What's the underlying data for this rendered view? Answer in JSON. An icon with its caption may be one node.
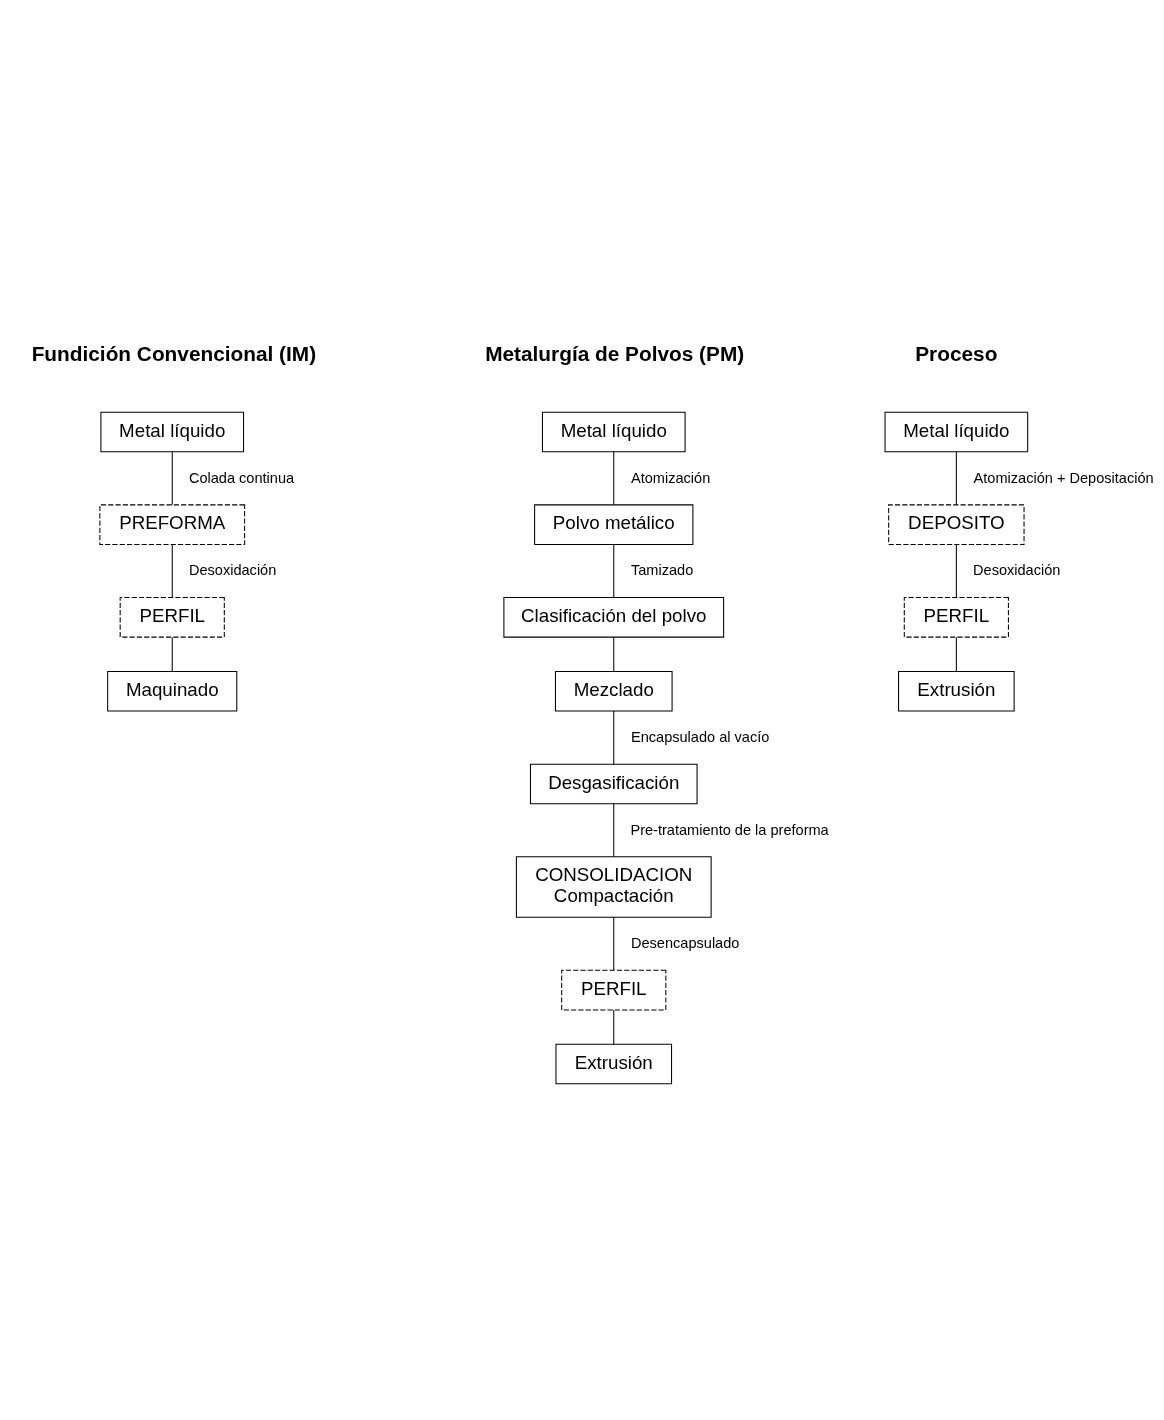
{
  "diagram": {
    "nodes": [
      {
        "text": [
          "Metal líquido"
        ]
      },
      {
        "text": [
          "PREFORMA"
        ]
      },
      {
        "text": [
          "PERFIL"
        ]
      },
      {
        "text": [
          "Maquinado"
        ]
      },
      {
        "text": [
          "Metal líquido"
        ]
      },
      {
        "text": [
          "Polvo metálico"
        ]
      },
      {
        "text": [
          "Clasificación del polvo"
        ]
      },
      {
        "text": [
          "Mezclado"
        ]
      },
      {
        "text": [
          "Desgasificación"
        ]
      },
      {
        "text": [
          "CONSOLIDACION",
          "Compactación"
        ]
      },
      {
        "text": [
          "PERFIL"
        ]
      },
      {
        "text": [
          "Extrusión"
        ]
      },
      {
        "text": [
          "Metal líquido"
        ]
      },
      {
        "text": [
          "DEPOSITO"
        ]
      },
      {
        "text": [
          "PERFIL"
        ]
      },
      {
        "text": [
          "Extrusión"
        ]
      }
    ],
    "edges": [
      {
        "from": 0,
        "to": 1,
        "arrow": "none",
        "label": "Colada continua"
      },
      {
        "from": 1,
        "to": 2,
        "arrow": "none",
        "label": "Desoxidación"
      },
      {
        "from": 2,
        "to": 3,
        "arrow": "none"
      },
      {
        "from": 4,
        "to": 5,
        "arrow": "none",
        "label": "Atomización"
      },
      {
        "from": 5,
        "to": 6,
        "arrow": "none",
        "label": "Tamizado"
      },
      {
        "from": 6,
        "to": 7,
        "arrow": "none"
      },
      {
        "from": 7,
        "to": 8,
        "arrow": "none",
        "label": "Encapsulado al vacío"
      },
      {
        "from": 8,
        "to": 9,
        "arrow": "none",
        "label": "Pre-tratamiento de la preforma"
      },
      {
        "from": 9,
        "to": 10,
        "arrow": "none",
        "label": "Desencapsulado"
      },
      {
        "from": 10,
        "to": 11,
        "arrow": "none"
      },
      {
        "from": 12,
        "to": 13,
        "arrow": "none",
        "label": "Atomización + Depositación"
      },
      {
        "from": 13,
        "to": 14,
        "arrow": "none",
        "label": "Desoxidación"
      },
      {
        "from": 14,
        "to": 15,
        "arrow": "none"
      }
    ],
    "labels": [
      "Fundición Convencional (IM)",
      "Metalurgía de Polvos (PM)",
      "Proceso"
    ]
  }
}
